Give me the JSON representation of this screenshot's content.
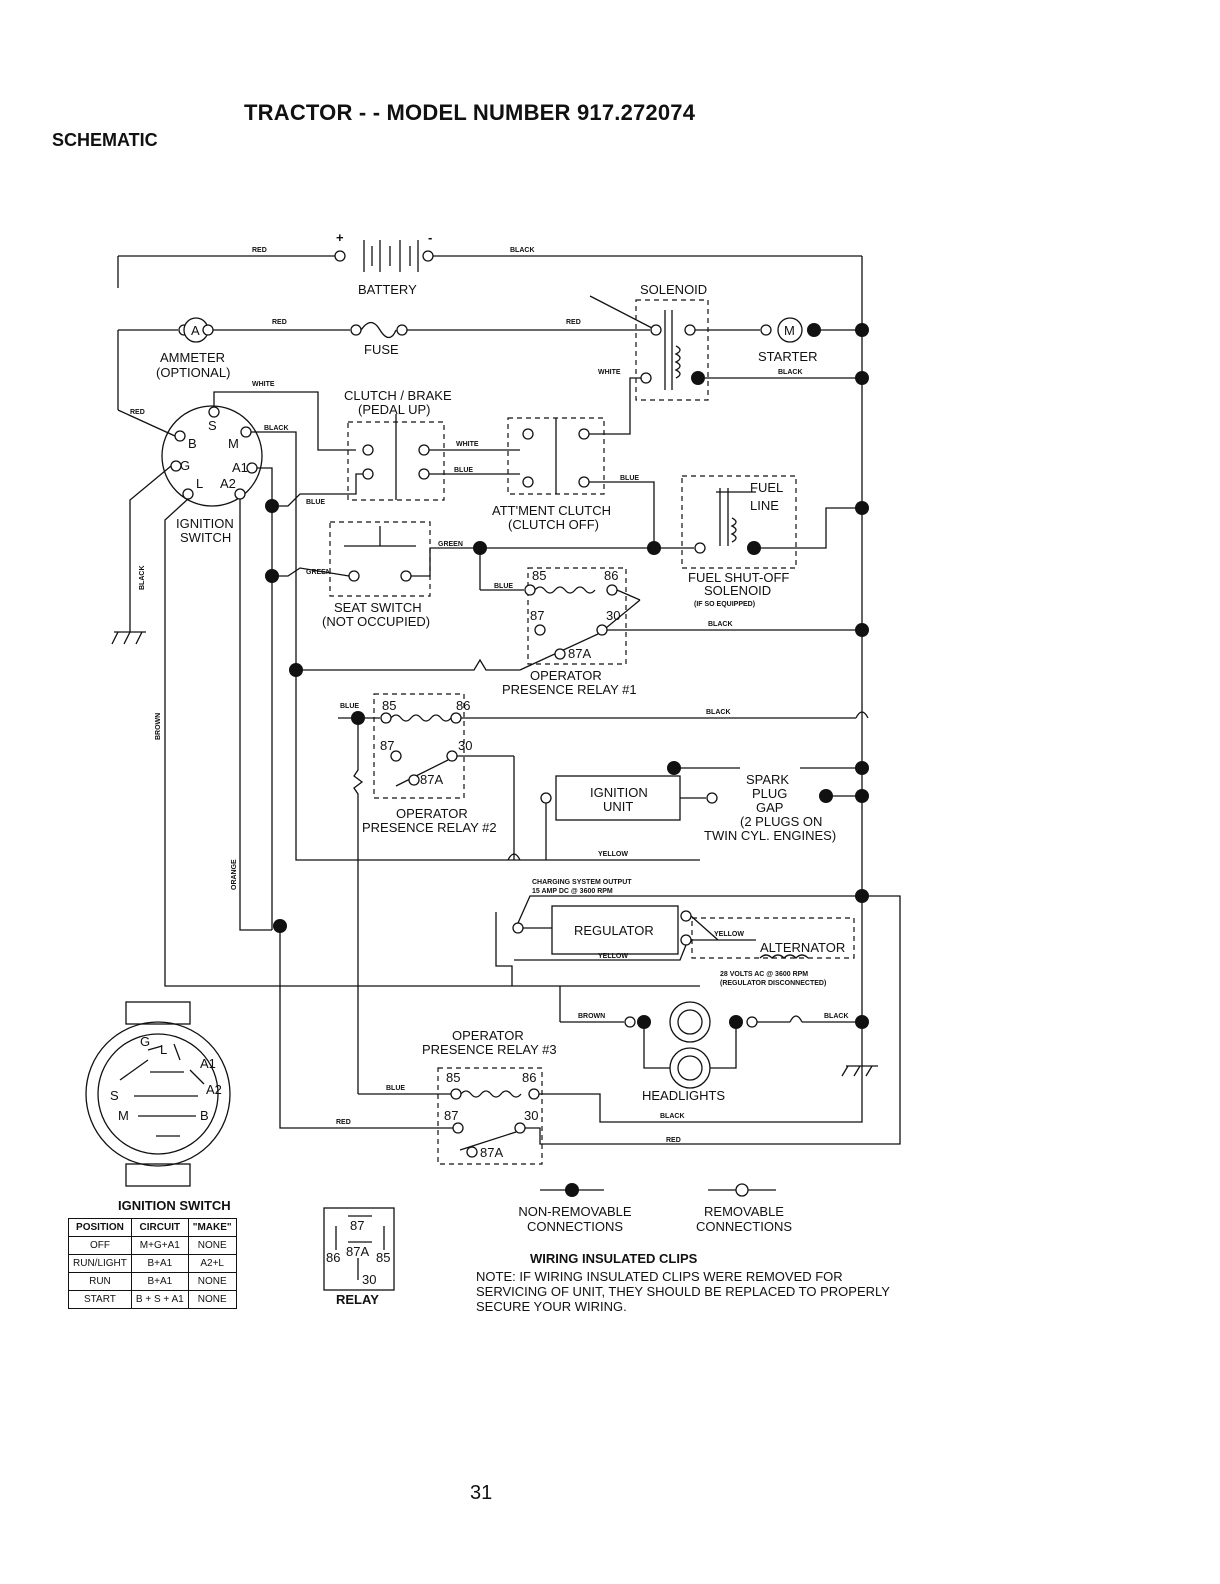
{
  "page_title": "TRACTOR - - MODEL NUMBER 917.272074",
  "section_title": "SCHEMATIC",
  "page_number": "31",
  "components": {
    "battery": "BATTERY",
    "battery_plus": "+",
    "battery_minus": "-",
    "solenoid": "SOLENOID",
    "ammeter_line1": "AMMETER",
    "ammeter_line2": "(OPTIONAL)",
    "ammeter_symbol": "A",
    "fuse": "FUSE",
    "starter": "STARTER",
    "starter_symbol": "M",
    "clutch_brake_line1": "CLUTCH / BRAKE",
    "clutch_brake_line2": "(PEDAL UP)",
    "attment_clutch_line1": "ATT'MENT CLUTCH",
    "attment_clutch_line2": "(CLUTCH OFF)",
    "fuel_line_1": "FUEL",
    "fuel_line_2": "LINE",
    "fuel_shutoff_line1": "FUEL SHUT-OFF",
    "fuel_shutoff_line2": "SOLENOID",
    "fuel_shutoff_line3": "(IF SO EQUIPPED)",
    "ignition_switch_line1": "IGNITION",
    "ignition_switch_line2": "SWITCH",
    "seat_switch_line1": "SEAT SWITCH",
    "seat_switch_line2": "(NOT OCCUPIED)",
    "opr1_line1": "OPERATOR",
    "opr1_line2": "PRESENCE RELAY #1",
    "opr2_line1": "OPERATOR",
    "opr2_line2": "PRESENCE RELAY #2",
    "opr3_line1": "OPERATOR",
    "opr3_line2": "PRESENCE RELAY #3",
    "ignition_unit_line1": "IGNITION",
    "ignition_unit_line2": "UNIT",
    "spark_line1": "SPARK",
    "spark_line2": "PLUG",
    "spark_line3": "GAP",
    "spark_line4": "(2 PLUGS ON",
    "spark_line5": "TWIN CYL. ENGINES)",
    "charging_line1": "CHARGING SYSTEM OUTPUT",
    "charging_line2": "15 AMP DC @ 3600 RPM",
    "regulator": "REGULATOR",
    "alternator": "ALTERNATOR",
    "alt_note_line1": "28 VOLTS AC @ 3600 RPM",
    "alt_note_line2": "(REGULATOR DISCONNECTED)",
    "headlights": "HEADLIGHTS"
  },
  "switch_terminals": {
    "B": "B",
    "S": "S",
    "M": "M",
    "G": "G",
    "L": "L",
    "A1": "A1",
    "A2": "A2"
  },
  "relay_pins": {
    "p85": "85",
    "p86": "86",
    "p87": "87",
    "p30": "30",
    "p87a": "87A"
  },
  "wire_colors": {
    "red": "RED",
    "black": "BLACK",
    "white": "WHITE",
    "blue": "BLUE",
    "green": "GREEN",
    "brown": "BROWN",
    "orange": "ORANGE",
    "yellow": "YELLOW"
  },
  "ignition_switch_table": {
    "title": "IGNITION SWITCH",
    "headers": [
      "POSITION",
      "CIRCUIT",
      "\"MAKE\""
    ],
    "rows": [
      [
        "OFF",
        "M+G+A1",
        "NONE"
      ],
      [
        "RUN/LIGHT",
        "B+A1",
        "A2+L"
      ],
      [
        "RUN",
        "B+A1",
        "NONE"
      ],
      [
        "START",
        "B + S + A1",
        "NONE"
      ]
    ]
  },
  "relay_legend": {
    "caption": "RELAY",
    "p87": "87",
    "p87a": "87A",
    "p86": "86",
    "p85": "85",
    "p30": "30"
  },
  "legend": {
    "non_removable_line1": "NON-REMOVABLE",
    "non_removable_line2": "CONNECTIONS",
    "removable_line1": "REMOVABLE",
    "removable_line2": "CONNECTIONS"
  },
  "clips": {
    "title": "WIRING INSULATED CLIPS",
    "note": "NOTE: IF WIRING INSULATED CLIPS WERE REMOVED FOR SERVICING OF UNIT, THEY SHOULD BE REPLACED TO PROPERLY SECURE YOUR WIRING."
  }
}
